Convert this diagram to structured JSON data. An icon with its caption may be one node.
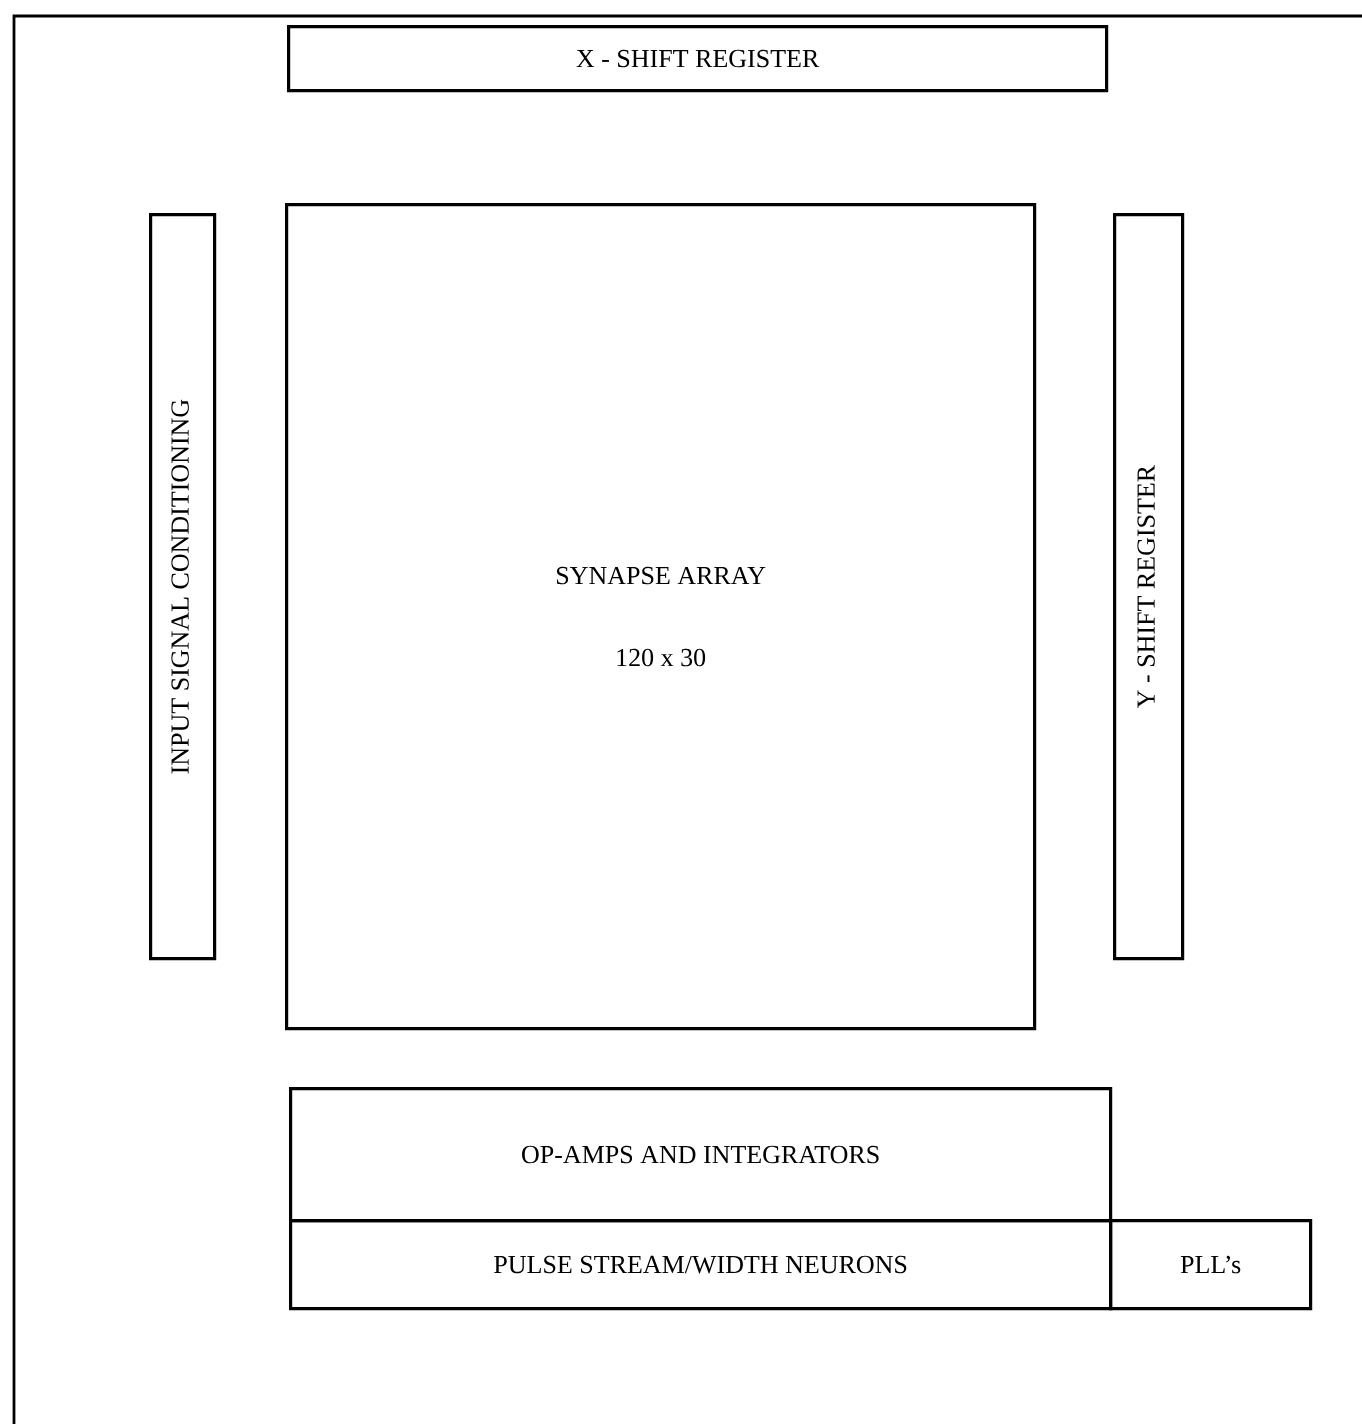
{
  "diagram": {
    "nodes": [
      {
        "text": [],
        "shape": "box"
      },
      {
        "text": [
          "X - SHIFT  REGISTER"
        ],
        "in": 0
      },
      {
        "text": [
          "INPUT SIGNAL CONDITIONING"
        ],
        "in": 0
      },
      {
        "text": [
          "SYNAPSE ARRAY",
          "120 x 30"
        ],
        "in": 0
      },
      {
        "text": [
          "Y - SHIFT  REGISTER"
        ],
        "in": 0
      },
      {
        "text": [
          "OP-AMPS AND INTEGRATORS"
        ],
        "in": 0
      },
      {
        "text": [
          "PULSE STREAM/WIDTH NEURONS"
        ],
        "in": 0
      },
      {
        "text": [
          "PLL’s"
        ],
        "in": 0
      }
    ]
  }
}
